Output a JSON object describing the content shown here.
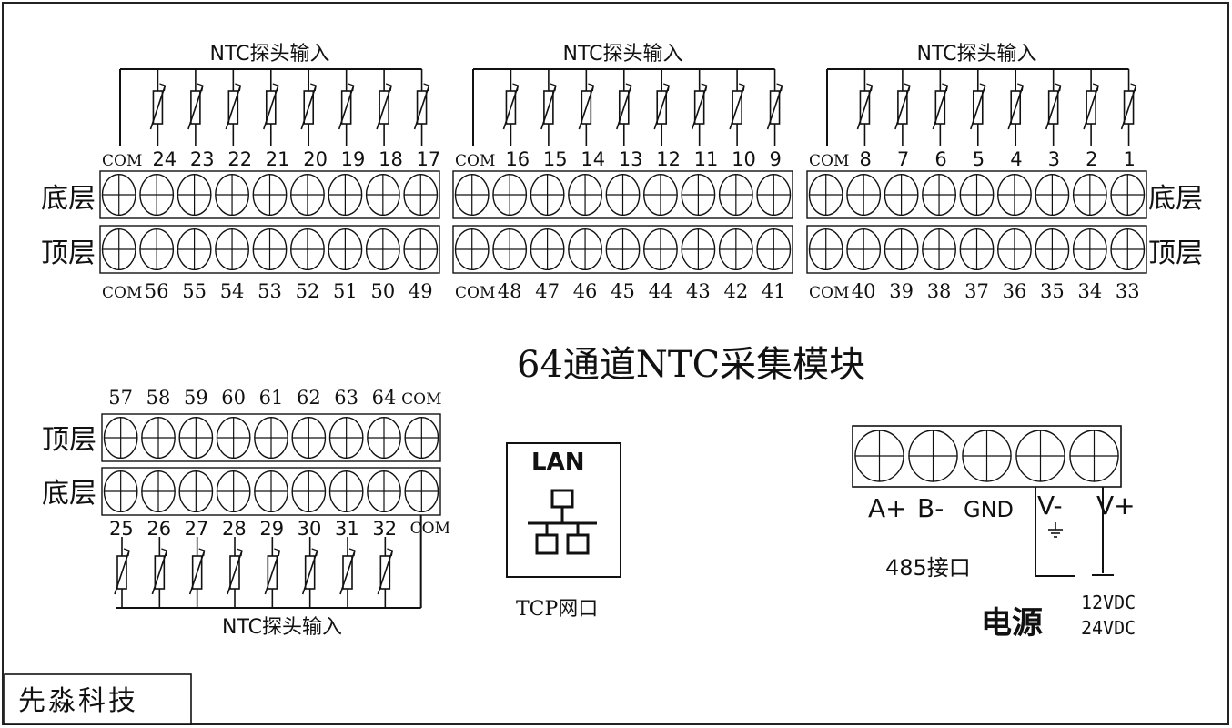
{
  "title": "64通道NTC采集模块",
  "company": "先淼科技",
  "labels": {
    "ntc_input": "NTC探头输入",
    "com": "COM",
    "bottom_layer": "底层",
    "top_layer": "顶层"
  },
  "groups": [
    {
      "top_numbers": [
        "24",
        "23",
        "22",
        "21",
        "20",
        "19",
        "18",
        "17"
      ],
      "bottom_numbers": [
        "56",
        "55",
        "54",
        "53",
        "52",
        "51",
        "50",
        "49"
      ]
    },
    {
      "top_numbers": [
        "16",
        "15",
        "14",
        "13",
        "12",
        "11",
        "10",
        "9"
      ],
      "bottom_numbers": [
        "48",
        "47",
        "46",
        "45",
        "44",
        "43",
        "42",
        "41"
      ]
    },
    {
      "top_numbers": [
        "8",
        "7",
        "6",
        "5",
        "4",
        "3",
        "2",
        "1"
      ],
      "bottom_numbers": [
        "40",
        "39",
        "38",
        "37",
        "36",
        "35",
        "34",
        "33"
      ]
    }
  ],
  "lower_group": {
    "top_numbers": [
      "57",
      "58",
      "59",
      "60",
      "61",
      "62",
      "63",
      "64"
    ],
    "bottom_numbers": [
      "25",
      "26",
      "27",
      "28",
      "29",
      "30",
      "31",
      "32"
    ]
  },
  "lan": {
    "label": "LAN",
    "caption": "TCP网口"
  },
  "power": {
    "terminals": [
      "A+",
      "B-",
      "GND",
      "V-",
      "V+"
    ],
    "rs485": "485接口",
    "title": "电源",
    "voltages": [
      "12VDC",
      "24VDC"
    ]
  }
}
